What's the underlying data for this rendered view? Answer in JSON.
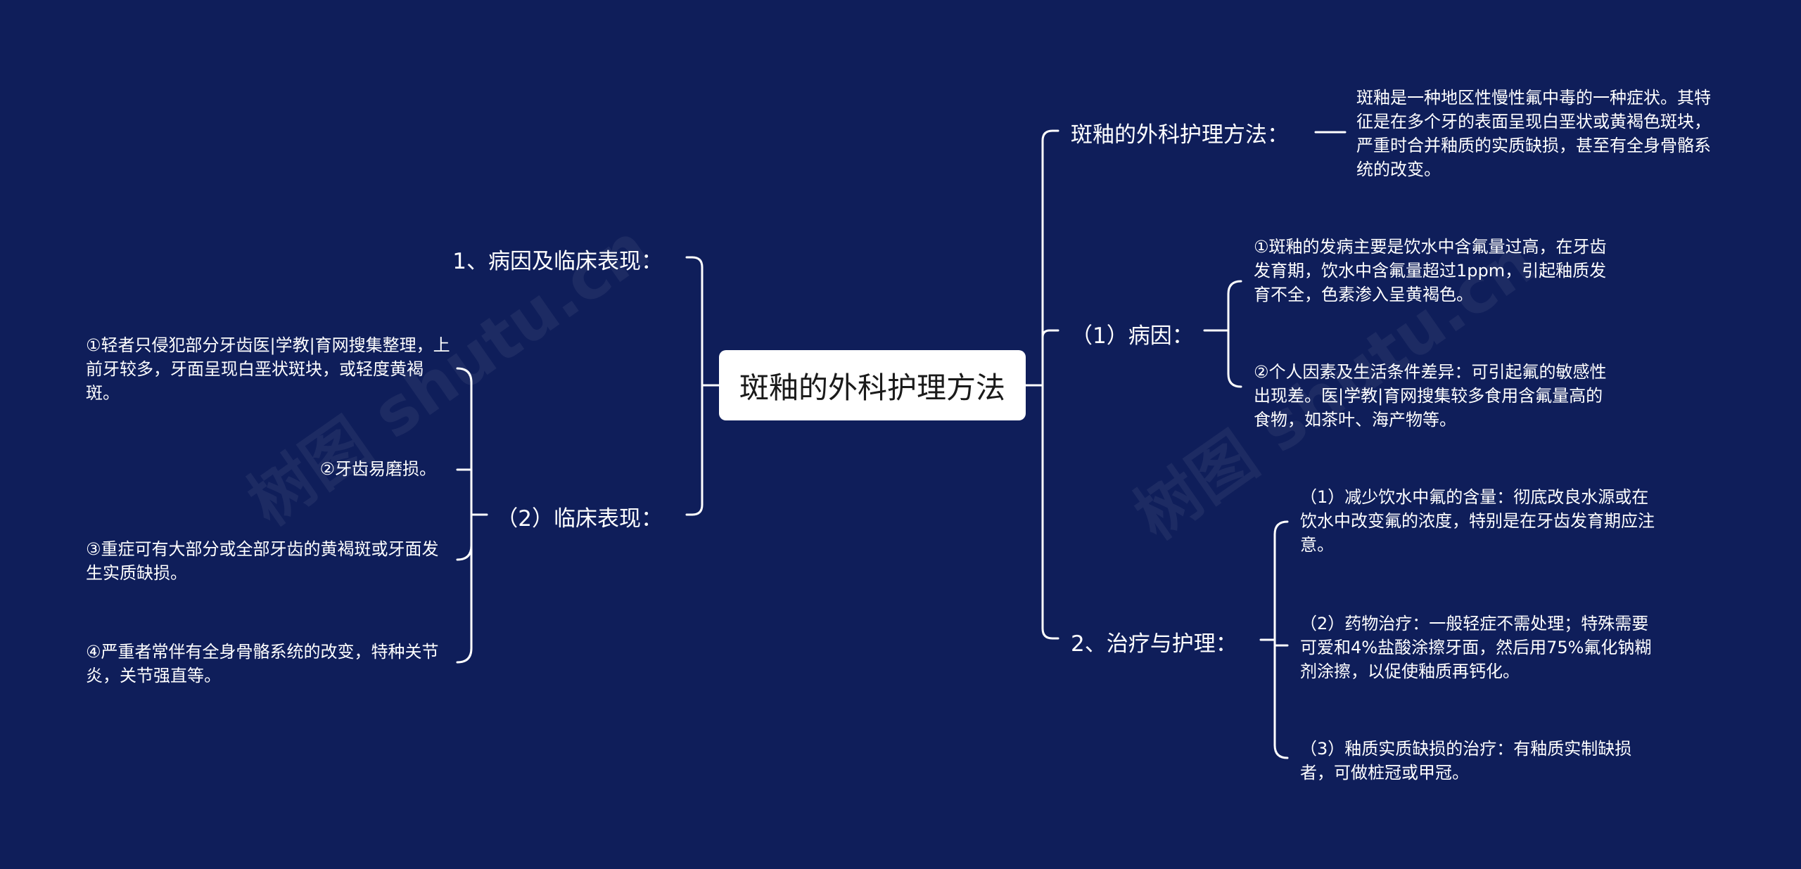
{
  "root": {
    "title": "斑釉的外科护理方法"
  },
  "watermark": "树图 shutu.cn",
  "colors": {
    "background": "#0f1e5a",
    "line": "#ffffff",
    "root_box": "#ffffff"
  },
  "right": {
    "definition": {
      "label": "斑釉的外科护理方法：",
      "text": "斑釉是一种地区性慢性氟中毒的一种症状。其特征是在多个牙的表面呈现白垩状或黄褐色斑块，严重时合并釉质的实质缺损，甚至有全身骨骼系统的改变。"
    },
    "cause": {
      "label": "（1）病因：",
      "items": [
        "①斑釉的发病主要是饮水中含氟量过高，在牙齿发育期，饮水中含氟量超过1ppm，引起釉质发育不全，色素渗入呈黄褐色。",
        "②个人因素及生活条件差异：可引起氟的敏感性出现差。医|学教|育网搜集较多食用含氟量高的食物，如茶叶、海产物等。"
      ]
    },
    "treatment": {
      "label": "2、治疗与护理：",
      "items": [
        "（1）减少饮水中氟的含量：彻底改良水源或在饮水中改变氟的浓度，特别是在牙齿发育期应注意。",
        "（2）药物治疗：一般轻症不需处理；特殊需要可爱和4%盐酸涂擦牙面，然后用75%氟化钠糊剂涂擦，以促使釉质再钙化。",
        "（3）釉质实质缺损的治疗：有釉质实制缺损者，可做桩冠或甲冠。"
      ]
    }
  },
  "left": {
    "section1": {
      "label": "1、病因及临床表现："
    },
    "clinical": {
      "label": "（2）临床表现：",
      "items": [
        "①轻者只侵犯部分牙齿医|学教|育网搜集整理，上前牙较多，牙面呈现白垩状斑块，或轻度黄褐斑。",
        "②牙齿易磨损。",
        "③重症可有大部分或全部牙齿的黄褐斑或牙面发生实质缺损。",
        "④严重者常伴有全身骨骼系统的改变，特种关节炎，关节强直等。"
      ]
    }
  }
}
